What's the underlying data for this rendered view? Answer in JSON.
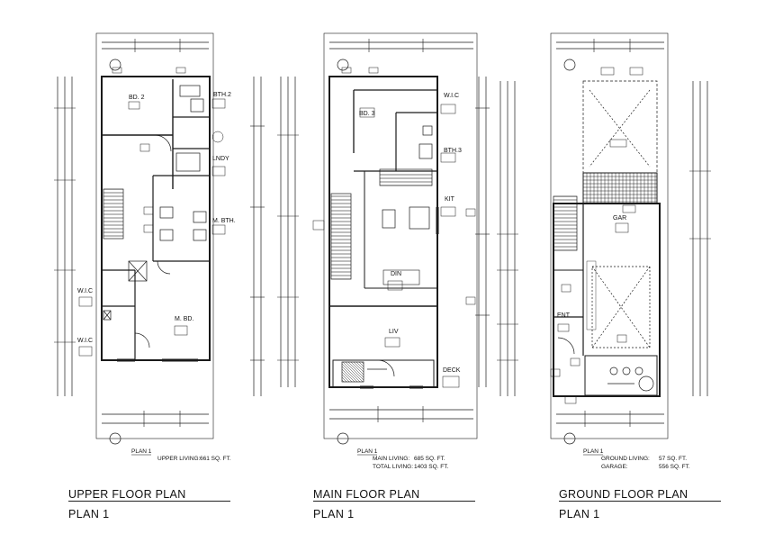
{
  "plans": [
    {
      "id": "upper",
      "title": "UPPER FLOOR PLAN",
      "subtitle": "PLAN 1",
      "tag": "PLAN 1",
      "area_lines": [
        {
          "label": "UPPER LIVING:",
          "value": "661 SQ. FT."
        }
      ],
      "rooms": [
        "BD. 2",
        "BTH.2",
        "LNDY",
        "M. BTH.",
        "W.I.C",
        "M. BD.",
        "W.I.C"
      ]
    },
    {
      "id": "main",
      "title": "MAIN FLOOR PLAN",
      "subtitle": "PLAN 1",
      "tag": "PLAN 1",
      "area_lines": [
        {
          "label": "MAIN LIVING:",
          "value": "685 SQ. FT."
        },
        {
          "label": "TOTAL LIVING:",
          "value": "1403 SQ. FT."
        }
      ],
      "rooms": [
        "BD. 3",
        "W.I.C",
        "BTH.3",
        "KIT",
        "DIN",
        "LIV",
        "DECK"
      ]
    },
    {
      "id": "ground",
      "title": "GROUND FLOOR PLAN",
      "subtitle": "PLAN 1",
      "tag": "PLAN 1",
      "area_lines": [
        {
          "label": "GROUND LIVING:",
          "value": "57 SQ. FT."
        },
        {
          "label": "GARAGE:",
          "value": "556 SQ. FT."
        }
      ],
      "rooms": [
        "GAR",
        "ENT"
      ]
    }
  ],
  "colors": {
    "line": "#1a1a1a",
    "fill_hatch": "#555555",
    "background": "#ffffff"
  }
}
